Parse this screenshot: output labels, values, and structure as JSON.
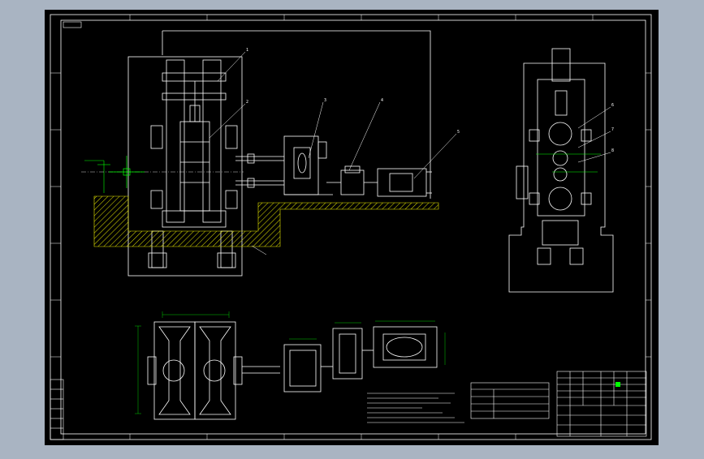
{
  "colors": {
    "background": "#a9b4c2",
    "canvas": "#000000",
    "line": "#ffffff",
    "accent": "#00ff00",
    "hatch": "#e6e600",
    "dim": "#ffff00"
  },
  "drawing": {
    "corner_tag": "",
    "part_numbers": [
      "1",
      "2",
      "3",
      "4",
      "5",
      "6",
      "7",
      "8"
    ],
    "notes_title": "",
    "notes": [
      "",
      "",
      "",
      "",
      "",
      "",
      ""
    ],
    "spec_table_title": "",
    "spec_rows": [
      {
        "k": "",
        "v": ""
      },
      {
        "k": "",
        "v": ""
      },
      {
        "k": "",
        "v": ""
      },
      {
        "k": "",
        "v": ""
      }
    ]
  },
  "icons": [
    "crosshair-cursor-icon"
  ]
}
